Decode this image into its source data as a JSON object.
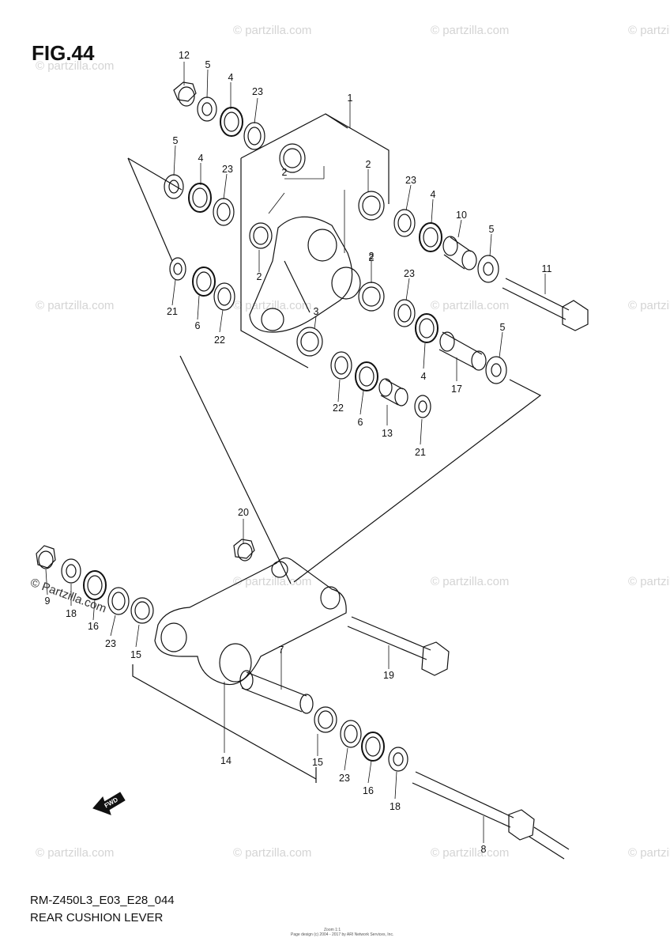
{
  "figure": {
    "title": "FIG.44",
    "code": "RM-Z450L3_E03_E28_044",
    "name": "REAR CUSHION LEVER"
  },
  "watermark": {
    "text": "© partzilla.com",
    "dark_text": "© Partzilla.com"
  },
  "footer": {
    "line1": "Zoom 1:1",
    "line2": "Page design (c) 2004 - 2017 by ARI Network Services, Inc."
  },
  "direction_arrow": {
    "label": "FWD",
    "icon": "forward-arrow-icon"
  },
  "callouts": [
    "12",
    "5",
    "4",
    "23",
    "1",
    "5",
    "4",
    "23",
    "2",
    "2",
    "2",
    "2",
    "2",
    "23",
    "4",
    "10",
    "5",
    "11",
    "21",
    "6",
    "22",
    "3",
    "23",
    "4",
    "5",
    "17",
    "22",
    "6",
    "13",
    "21",
    "20",
    "9",
    "18",
    "16",
    "23",
    "15",
    "7",
    "19",
    "14",
    "15",
    "23",
    "16",
    "18",
    "8"
  ],
  "colors": {
    "line": "#111111",
    "watermark": "#d4d4d4",
    "background": "#ffffff"
  }
}
